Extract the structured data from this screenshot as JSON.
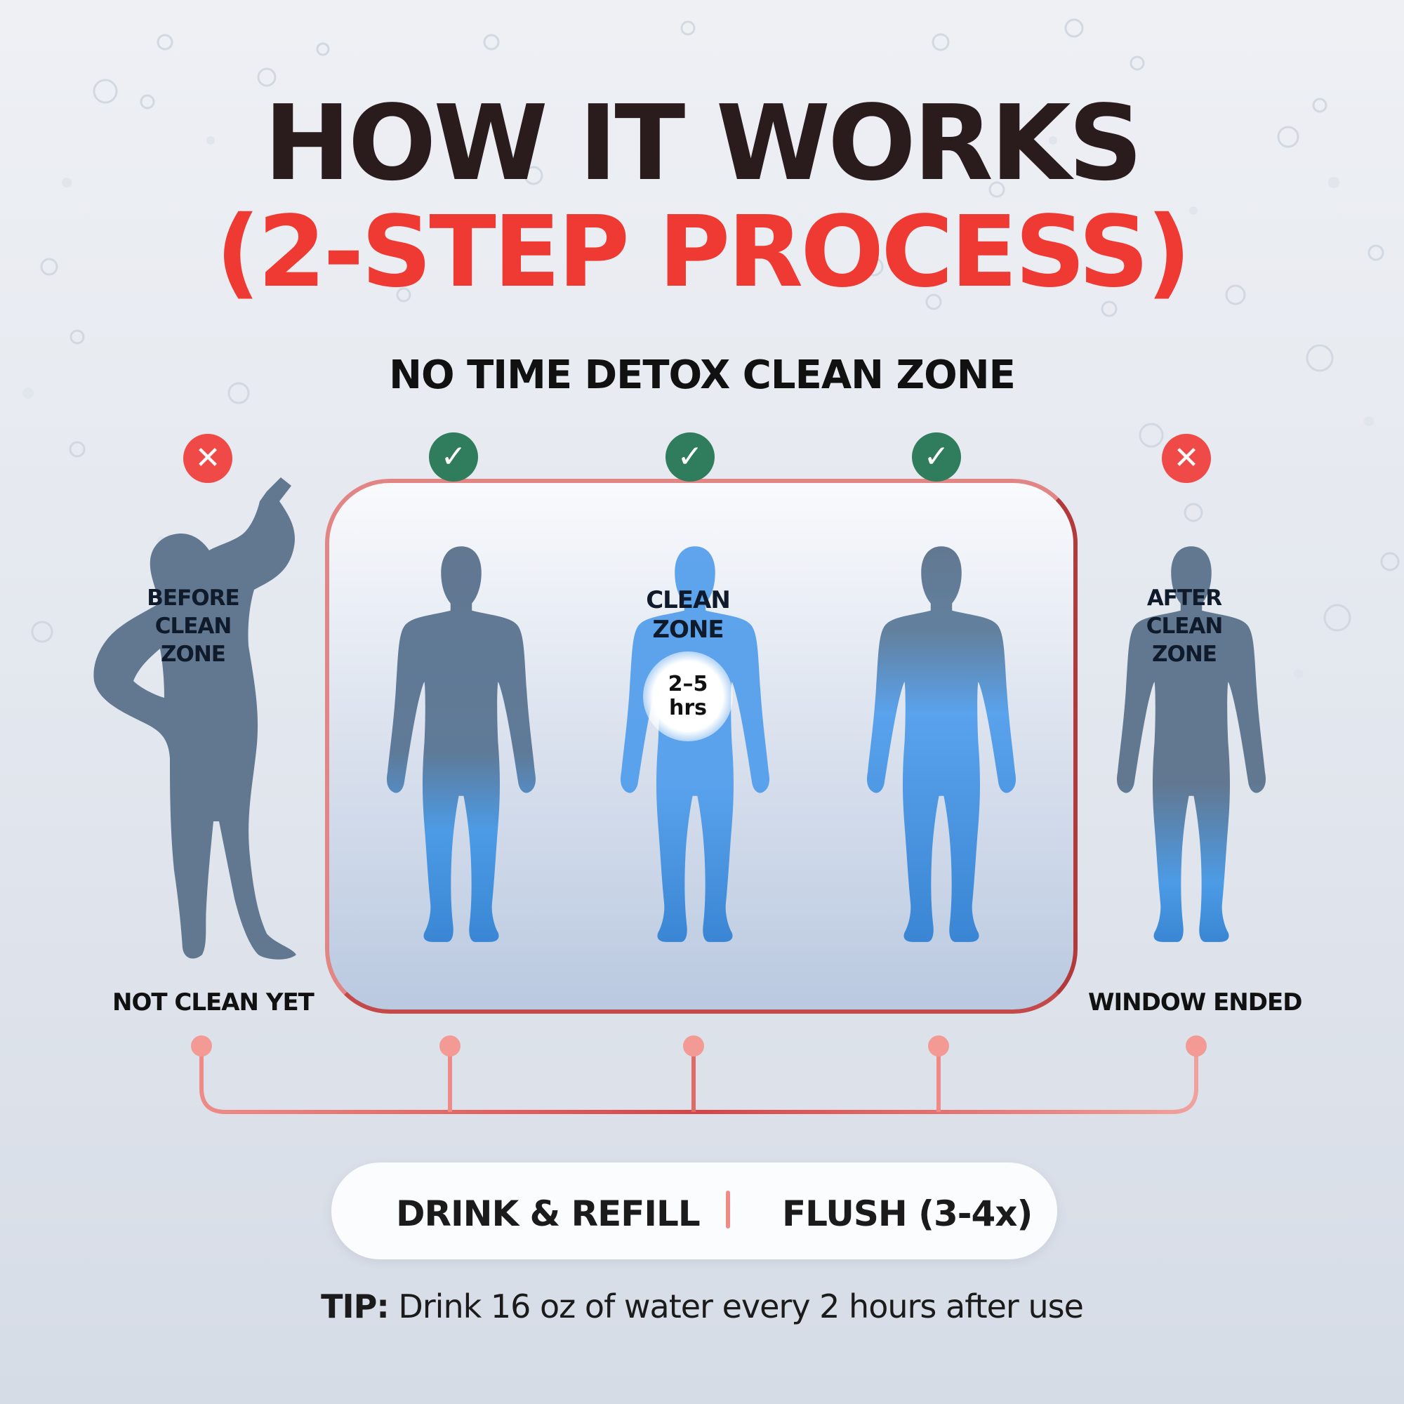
{
  "title_line1": "HOW IT WORKS",
  "title_line2": "(2-STEP PROCESS)",
  "subtitle": "NO TIME DETOX CLEAN ZONE",
  "figures": [
    {
      "status": "not-clean",
      "label": "BEFORE CLEAN ZONE",
      "label_lines": [
        "BEFORE",
        "CLEAN",
        "ZONE"
      ],
      "caption": "NOT CLEAN YET"
    },
    {
      "status": "clean",
      "label": "",
      "caption": ""
    },
    {
      "status": "clean",
      "label": "CLEAN ZONE",
      "label_lines": [
        "CLEAN",
        "ZONE"
      ],
      "timer_lines": [
        "2–5",
        "hrs"
      ],
      "caption": ""
    },
    {
      "status": "clean",
      "label": "",
      "caption": ""
    },
    {
      "status": "not-clean",
      "label": "AFTER CLEAN ZONE",
      "label_lines": [
        "AFTER",
        "CLEAN",
        "ZONE"
      ],
      "caption": "WINDOW ENDED"
    }
  ],
  "status_icons": {
    "clean": "check-icon",
    "not-clean": "x-icon"
  },
  "bottom_bar": {
    "left": "DRINK & REFILL",
    "right": "FLUSH (3-4x)"
  },
  "tip": {
    "label": "TIP:",
    "text": " Drink 16 oz of water every 2 hours after use"
  },
  "colors": {
    "title_dark": "#2a1c1c",
    "title_accent": "#ef3a34",
    "badge_bad": "#ef4a48",
    "badge_good": "#2f7d5c",
    "silhouette": "#627891",
    "water_blue": "#4c9be6",
    "zone_border": "#e28585"
  }
}
